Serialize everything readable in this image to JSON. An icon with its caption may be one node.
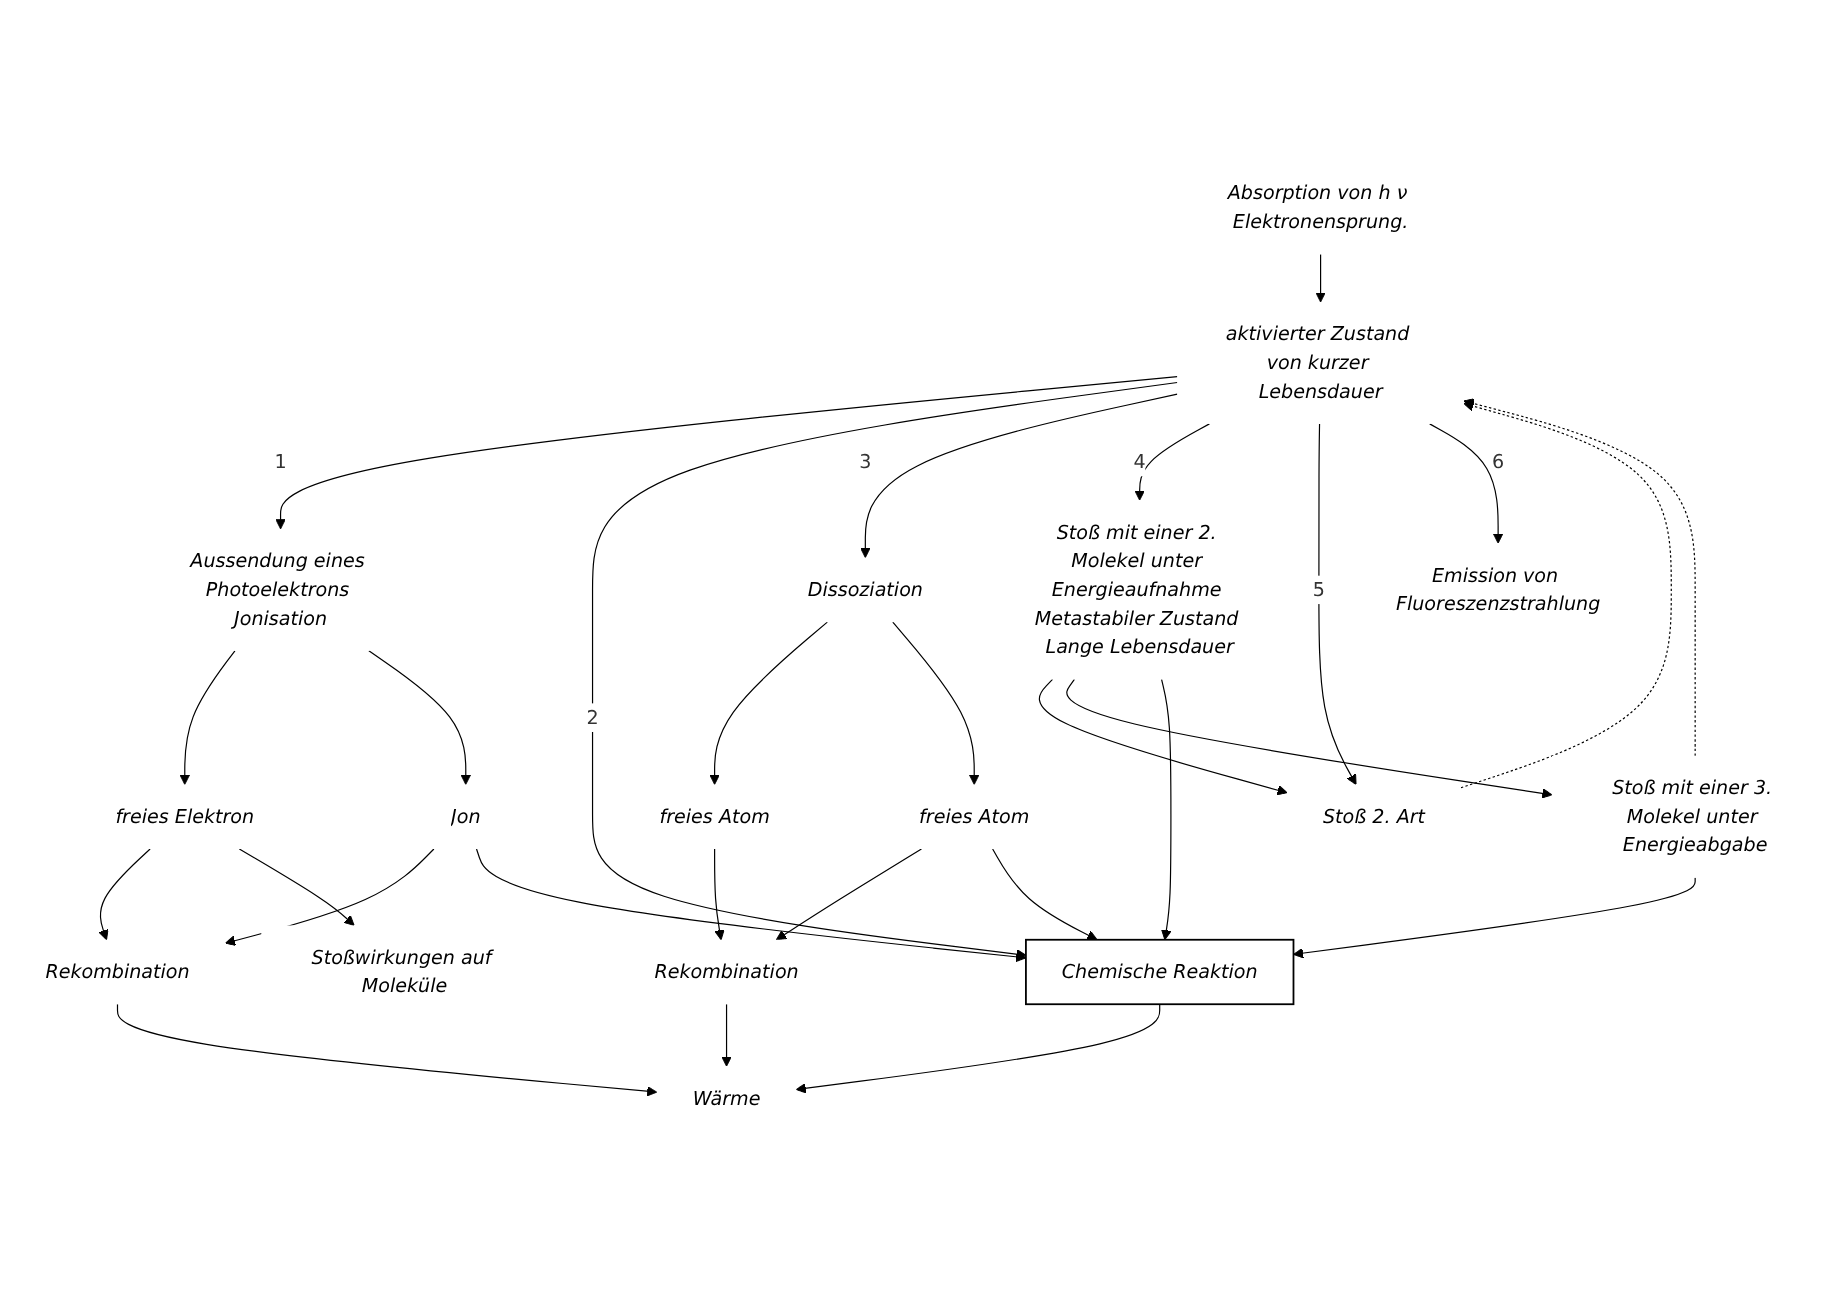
{
  "diagram": {
    "nodes": [
      {
        "text": [
          "Absorption von h ν Elektronensprung."
        ]
      },
      {
        "text": [
          "aktivierter Zustand von kurzer Lebensdauer"
        ]
      },
      {
        "text": [
          "Aussendung eines Photoelektrons Jonisation"
        ]
      },
      {
        "text": [
          "freies Elektron"
        ]
      },
      {
        "text": [
          "Jon"
        ]
      },
      {
        "text": [
          "Rekombination"
        ]
      },
      {
        "text": [
          "Stoßwirkungen auf Moleküle"
        ]
      },
      {
        "text": [
          "Dissoziation"
        ]
      },
      {
        "text": [
          "freies Atom"
        ]
      },
      {
        "text": [
          "freies Atom"
        ]
      },
      {
        "text": [
          "Rekombination"
        ]
      },
      {
        "text": [
          "Stoß mit einer 2. Molekel unter Energieaufnahme Metastabiler Zustand Lange Lebensdauer"
        ]
      },
      {
        "text": [
          "Stoß 2. Art"
        ]
      },
      {
        "text": [
          "Emission von Fluoreszenzstrahlung"
        ]
      },
      {
        "text": [
          "Stoß mit einer 3. Molekel unter Energieabgabe"
        ]
      },
      {
        "text": [
          "Chemische Reaktion"
        ]
      },
      {
        "text": [
          "Wärme"
        ]
      }
    ],
    "edges": [
      {
        "from": 0,
        "to": 1,
        "arrow": "to"
      },
      {
        "from": 1,
        "to": 2,
        "arrow": "to",
        "label": "1"
      },
      {
        "from": 1,
        "to": 15,
        "arrow": "to",
        "label": "2"
      },
      {
        "from": 1,
        "to": 7,
        "arrow": "to",
        "label": "3"
      },
      {
        "from": 1,
        "to": 11,
        "arrow": "to",
        "label": "4"
      },
      {
        "from": 1,
        "to": 12,
        "arrow": "to",
        "label": "5"
      },
      {
        "from": 1,
        "to": 13,
        "arrow": "to",
        "label": "6"
      },
      {
        "from": 14,
        "to": 1,
        "arrow": "to",
        "style": "dashed"
      },
      {
        "from": 12,
        "to": 1,
        "arrow": "to",
        "style": "dashed"
      },
      {
        "from": 2,
        "to": 3,
        "arrow": "to"
      },
      {
        "from": 2,
        "to": 4,
        "arrow": "to"
      },
      {
        "from": 3,
        "to": 5,
        "arrow": "to"
      },
      {
        "from": 4,
        "to": 5,
        "arrow": "to"
      },
      {
        "from": 3,
        "to": 6,
        "arrow": "to"
      },
      {
        "from": 4,
        "to": 15,
        "arrow": "to"
      },
      {
        "from": 5,
        "to": 16,
        "arrow": "to"
      },
      {
        "from": 7,
        "to": 8,
        "arrow": "to"
      },
      {
        "from": 7,
        "to": 9,
        "arrow": "to"
      },
      {
        "from": 8,
        "to": 10,
        "arrow": "to"
      },
      {
        "from": 9,
        "to": 10,
        "arrow": "to"
      },
      {
        "from": 9,
        "to": 15,
        "arrow": "to"
      },
      {
        "from": 10,
        "to": 16,
        "arrow": "to"
      },
      {
        "from": 11,
        "to": 12,
        "arrow": "to"
      },
      {
        "from": 11,
        "to": 14,
        "arrow": "to"
      },
      {
        "from": 11,
        "to": 15,
        "arrow": "to"
      },
      {
        "from": 14,
        "to": 15,
        "arrow": "to"
      },
      {
        "from": 15,
        "to": 16,
        "arrow": "to"
      }
    ]
  }
}
